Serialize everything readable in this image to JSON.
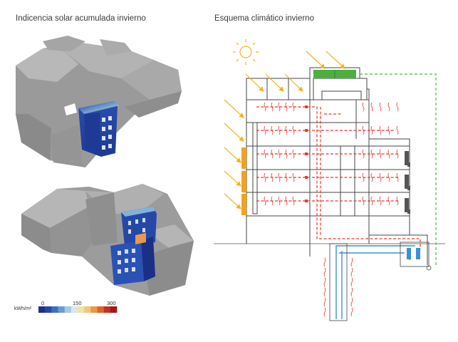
{
  "left_panel": {
    "title": "Indicencia solar acumulada invierno"
  },
  "right_panel": {
    "title": "Esquema climático invierno"
  },
  "legend": {
    "unit": "kWh/m²",
    "ticks": [
      "0",
      "150",
      "300"
    ],
    "scale_min": 0,
    "scale_max": 300,
    "colors": [
      "#1f2f8f",
      "#2848a8",
      "#3f6fc0",
      "#6a9ad0",
      "#a6c9e2",
      "#d9e8f0",
      "#f3e2a5",
      "#f2c57a",
      "#e8994a",
      "#d9652d",
      "#c0341f",
      "#a8161a"
    ]
  },
  "colors": {
    "building_gray": "#9c9c9c",
    "roof_gray": "#b4b4b4",
    "sun": "#f2b51e",
    "heat_arrow": "#e8392c",
    "water_blue": "#3d8fd8",
    "green_roof": "#4caf3f",
    "duct_green": "#55b34a",
    "facade_orange": "#f2a21e"
  }
}
